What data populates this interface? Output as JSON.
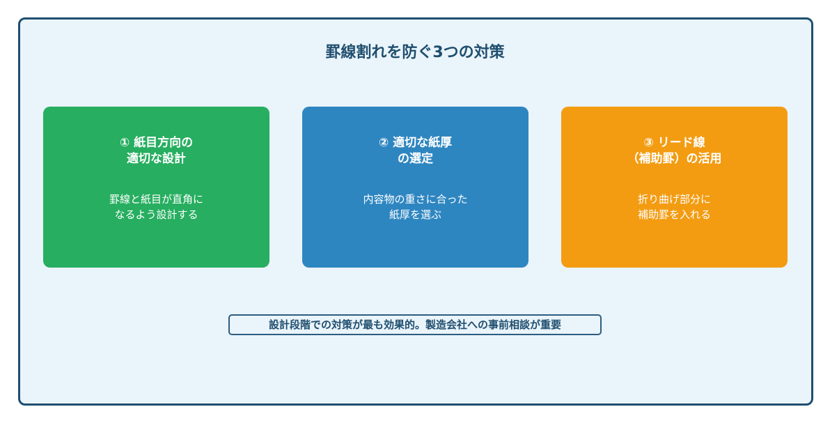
{
  "title": "罫線割れを防ぐ3つの対策",
  "cards": [
    {
      "title_1": "① 紙目方向の",
      "title_2": "適切な設計",
      "body_1": "罫線と紙目が直角に",
      "body_2": "なるよう設計する",
      "color": "#27ae60"
    },
    {
      "title_1": "② 適切な紙厚",
      "title_2": "の選定",
      "body_1": "内容物の重さに合った",
      "body_2": "紙厚を選ぶ",
      "color": "#2e86c1"
    },
    {
      "title_1": "③ リード線",
      "title_2": "（補助罫）の活用",
      "body_1": "折り曲げ部分に",
      "body_2": "補助罫を入れる",
      "color": "#f39c12"
    }
  ],
  "footer": "設計段階での対策が最も効果的。製造会社への事前相談が重要"
}
